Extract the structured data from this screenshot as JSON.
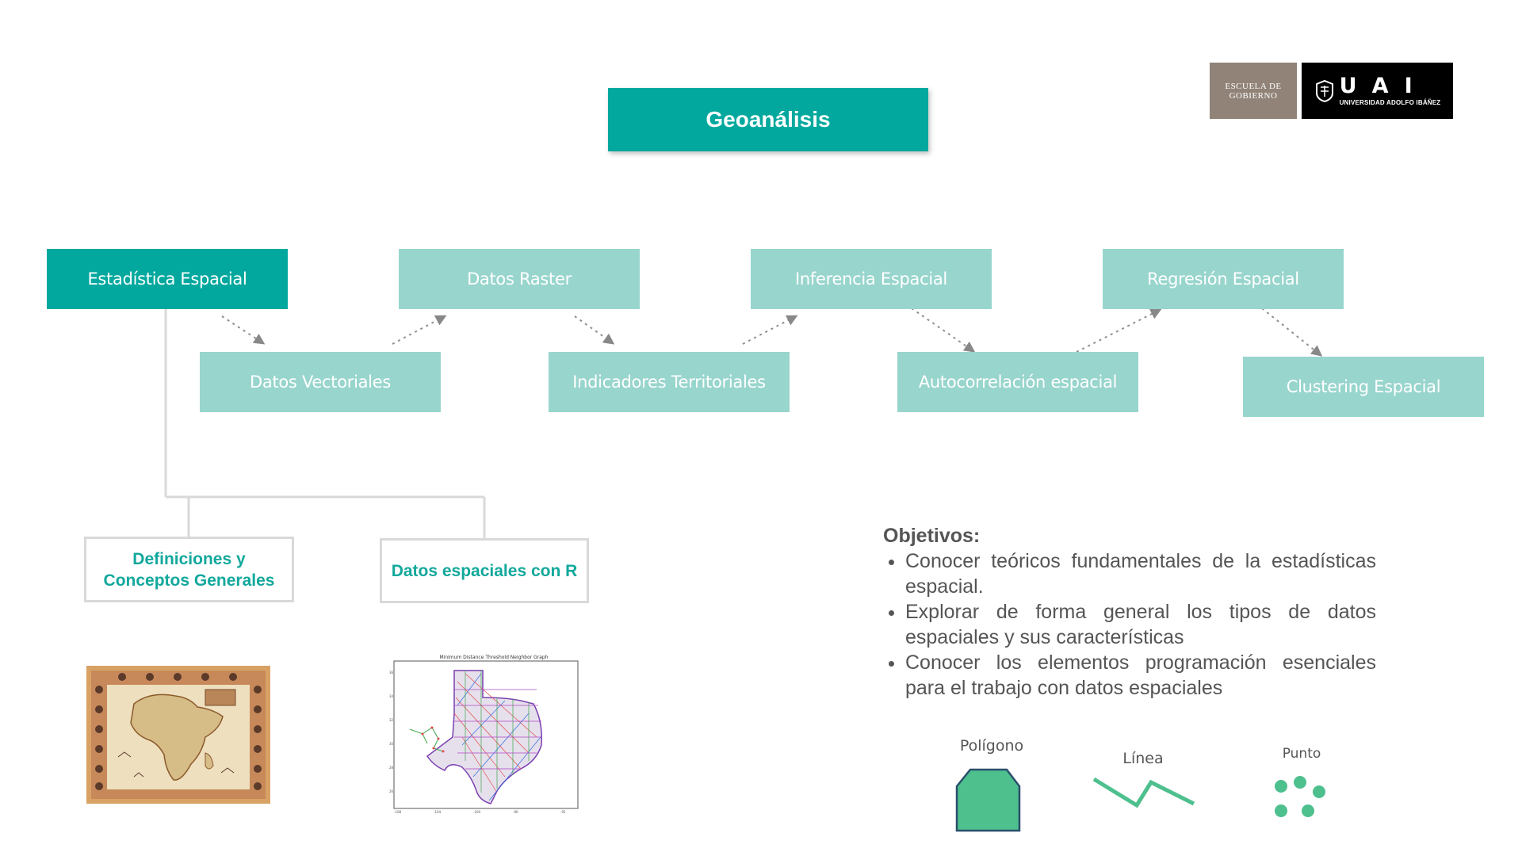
{
  "title": "Geoanálisis",
  "logos": {
    "escuela_line1": "ESCUELA DE",
    "escuela_line2": "GOBIERNO",
    "uai_mark": "UAI",
    "uai_text": "UNIVERSIDAD ADOLFO IBÁÑEZ"
  },
  "topics_top": [
    "Estadística Espacial",
    "Datos Raster",
    "Inferencia Espacial",
    "Regresión Espacial"
  ],
  "topics_bottom": [
    "Datos Vectoriales",
    "Indicadores Territoriales",
    "Autocorrelación espacial",
    "Clustering Espacial"
  ],
  "subtopics": {
    "definiciones_line1": "Definiciones y",
    "definiciones_line2": "Conceptos Generales",
    "datos_r": "Datos espaciales con R"
  },
  "graph_title": "Minimum Distance Threshold Neighbor Graph",
  "objectives": {
    "heading": "Objetivos:",
    "items": [
      "Conocer teóricos fundamentales de la estadísticas espacial.",
      "Explorar de forma general los tipos de datos espaciales y sus características",
      "Conocer los elementos programación esenciales para el trabajo con datos espaciales"
    ]
  },
  "legend": {
    "poligono": "Polígono",
    "linea": "Línea",
    "punto": "Punto"
  },
  "colors": {
    "teal": "#02a89e",
    "soft_teal": "#98d5cd",
    "legend_green": "#4dc08e"
  }
}
